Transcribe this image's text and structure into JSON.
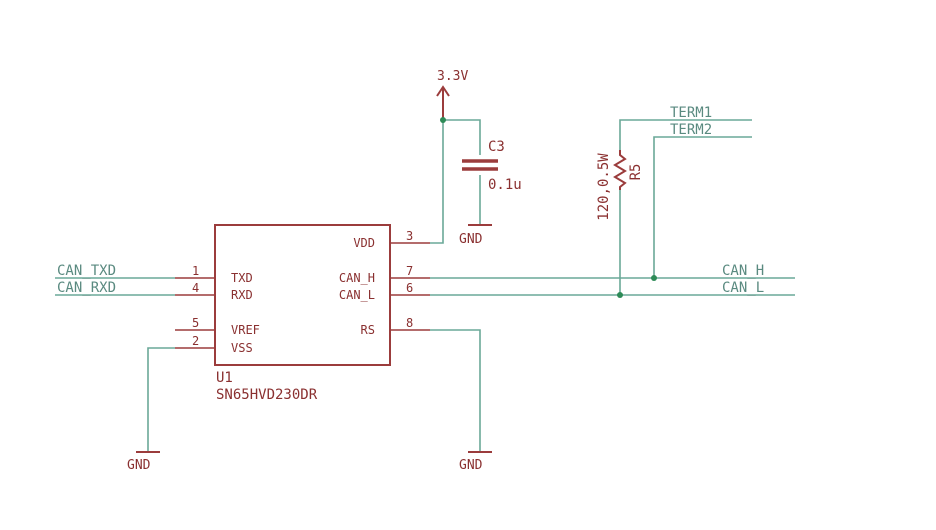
{
  "power": {
    "supply_label": "3.3V",
    "gnd_label": "GND"
  },
  "capacitor": {
    "ref": "C3",
    "value": "0.1u"
  },
  "resistor": {
    "ref": "R5",
    "value": "120,0.5W"
  },
  "ic": {
    "ref": "U1",
    "part": "SN65HVD230DR",
    "left_pins": [
      {
        "num": "1",
        "name": "TXD"
      },
      {
        "num": "4",
        "name": "RXD"
      },
      {
        "num": "5",
        "name": "VREF"
      },
      {
        "num": "2",
        "name": "VSS"
      }
    ],
    "right_pins": [
      {
        "num": "3",
        "name": "VDD"
      },
      {
        "num": "7",
        "name": "CAN_H"
      },
      {
        "num": "6",
        "name": "CAN_L"
      },
      {
        "num": "8",
        "name": "RS"
      }
    ]
  },
  "nets": {
    "can_txd": "CAN_TXD",
    "can_rxd": "CAN_RXD",
    "can_h": "CAN_H",
    "can_l": "CAN_L",
    "term1": "TERM1",
    "term2": "TERM2"
  },
  "colors": {
    "wire": "#6aa898",
    "symbol": "#9b3c3c",
    "junction": "#2e8b57"
  }
}
